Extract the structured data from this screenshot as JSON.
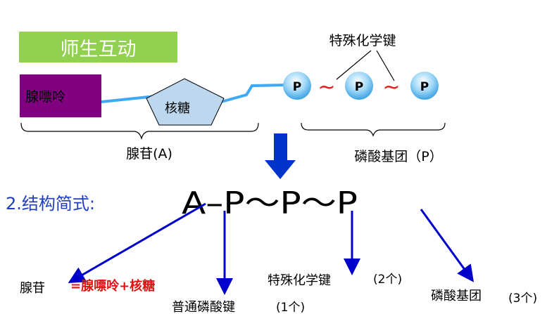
{
  "header": {
    "title": "师生互动"
  },
  "molecule": {
    "adenine": "腺嘌呤",
    "ribose": "核糖",
    "phosphate_letter": "P",
    "tilde": "~",
    "special_bond_label": "特殊化学键",
    "adenosine_label": "腺苷(A)",
    "phosphate_group_label": "磷酸基团（P）"
  },
  "structure": {
    "heading": "2.结构简式:",
    "formula": "A–P～P～P"
  },
  "annotations": {
    "adenosine_term": "腺苷",
    "adenosine_def": "=腺嘌呤+核糖",
    "ordinary_bond": "普通磷酸键",
    "ordinary_count": "(1个)",
    "special_bond": "特殊化学键",
    "special_count": "(2个)",
    "phosphate_group": "磷酸基团",
    "phosphate_count": "(3个)"
  },
  "colors": {
    "title_bg": "#92d050",
    "adenine_bg": "#800080",
    "ribose_fill": "#bdd7ee",
    "link_line": "#3fa9f5",
    "arrow_blue": "#0000cc",
    "heading_blue": "#1f3fbf",
    "def_red": "#e01010",
    "tilde_red": "#e02020"
  }
}
